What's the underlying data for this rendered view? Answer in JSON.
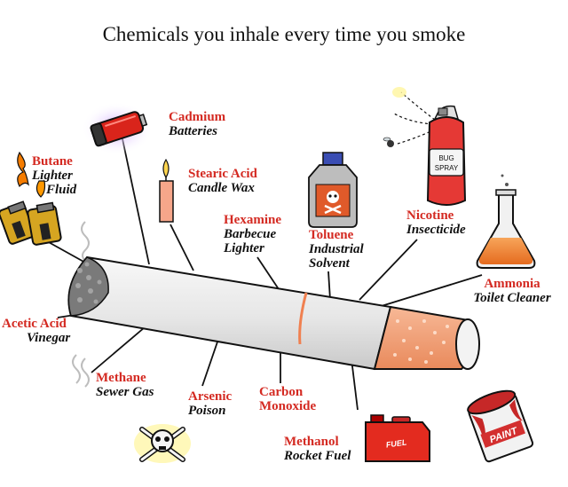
{
  "title": "Chemicals you inhale every time you smoke",
  "chemicals": [
    {
      "key": "cadmium",
      "name": "Cadmium",
      "use": "Batteries"
    },
    {
      "key": "butane",
      "name": "Butane",
      "use": "Lighter Fluid",
      "use_lines": [
        "Lighter",
        "Fluid"
      ]
    },
    {
      "key": "stearic-acid",
      "name": "Stearic Acid",
      "use": "Candle Wax"
    },
    {
      "key": "hexamine",
      "name": "Hexamine",
      "use": "Barbecue Lighter",
      "use_lines": [
        "Barbecue",
        "Lighter"
      ]
    },
    {
      "key": "toluene",
      "name": "Toluene",
      "use": "Industrial Solvent",
      "use_lines": [
        "Industrial",
        "Solvent"
      ]
    },
    {
      "key": "nicotine",
      "name": "Nicotine",
      "use": "Insecticide"
    },
    {
      "key": "ammonia",
      "name": "Ammonia",
      "use": "Toilet Cleaner"
    },
    {
      "key": "acetic-acid",
      "name": "Acetic Acid",
      "use": "Vinegar"
    },
    {
      "key": "methane",
      "name": "Methane",
      "use": "Sewer Gas"
    },
    {
      "key": "arsenic",
      "name": "Arsenic",
      "use": "Poison"
    },
    {
      "key": "carbon-monoxide",
      "name": "Carbon Monoxide",
      "name_lines": [
        "Carbon",
        "Monoxide"
      ]
    },
    {
      "key": "methanol",
      "name": "Methanol",
      "use": "Rocket Fuel"
    }
  ],
  "illustration_labels": {
    "bug_spray": [
      "BUG",
      "SPRAY"
    ],
    "fuel": "FUEL",
    "paint": "PAINT"
  },
  "icons": [
    "battery-icon",
    "lighters-icon",
    "candle-icon",
    "solvent-bottle-icon",
    "bug-spray-can-icon",
    "flask-icon",
    "skull-crossbones-icon",
    "fuel-can-icon",
    "paint-can-icon",
    "cigarette-icon"
  ],
  "colors": {
    "name_red": "#d42a22",
    "filter_orange": "#f3a27a",
    "paper_grey": "#e4e4e4"
  }
}
